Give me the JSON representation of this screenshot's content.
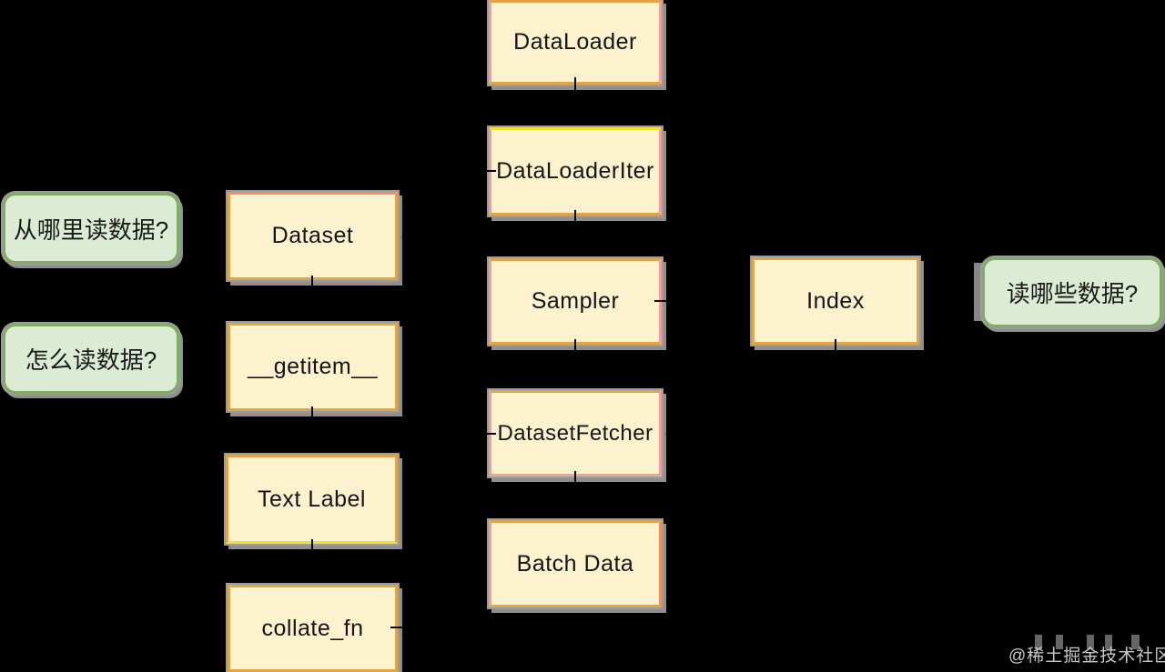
{
  "diagram": {
    "nodes": {
      "dataloader": {
        "label": "DataLoader"
      },
      "dataloaderiter": {
        "label": "DataLoaderIter"
      },
      "sampler": {
        "label": "Sampler"
      },
      "datasetfetcher": {
        "label": "DatasetFetcher"
      },
      "batchdata": {
        "label": "Batch Data"
      },
      "dataset": {
        "label": "Dataset"
      },
      "getitem": {
        "label": "__getitem__"
      },
      "textlabel": {
        "label": "Text Label"
      },
      "collatefn": {
        "label": "collate_fn"
      },
      "index": {
        "label": "Index"
      },
      "q_where": {
        "label": "从哪里读数据?"
      },
      "q_how": {
        "label": "怎么读数据?"
      },
      "q_which": {
        "label": "读哪些数据?"
      }
    },
    "edges": [
      {
        "from": "DataLoader",
        "to": "DataLoaderIter"
      },
      {
        "from": "DataLoaderIter",
        "to": "Sampler"
      },
      {
        "from": "Sampler",
        "to": "DatasetFetcher"
      },
      {
        "from": "DatasetFetcher",
        "to": "Batch Data"
      },
      {
        "from": "Sampler",
        "to": "Index"
      },
      {
        "from": "Index",
        "to": "DatasetFetcher"
      },
      {
        "from": "DatasetFetcher",
        "to": "Dataset"
      },
      {
        "from": "DataLoaderIter",
        "to": "Dataset",
        "style": "stub"
      },
      {
        "from": "Dataset",
        "to": "__getitem__"
      },
      {
        "from": "__getitem__",
        "to": "Text Label"
      },
      {
        "from": "Text Label",
        "to": "collate_fn"
      },
      {
        "from": "collate_fn",
        "to": "Batch Data"
      }
    ],
    "colors": {
      "background": "#000000",
      "node_fill": "#fcf2ce",
      "node_border_gold": "#e0a449",
      "node_border_pink": "#f2a09e",
      "node_border_yellow": "#f2e232",
      "node_border_salmon": "#ed8e63",
      "question_fill": "#dcebd3",
      "question_border": "#7fae62",
      "shadow_grey": "#9b9b9b",
      "arrow": "#000000",
      "text": "#151515"
    },
    "watermark": {
      "text": "@稀土掘金技术社区"
    }
  }
}
